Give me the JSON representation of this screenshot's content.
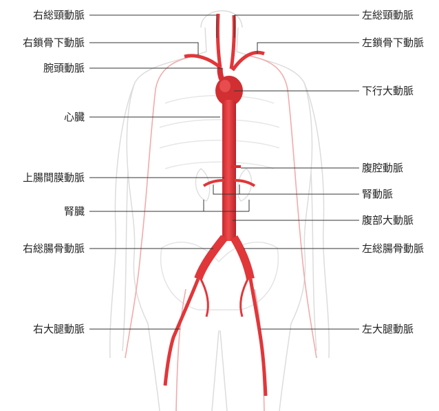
{
  "labels": {
    "right_common_carotid": "右総頸動脈",
    "left_common_carotid": "左総頸動脈",
    "right_subclavian": "右鎖骨下動脈",
    "left_subclavian": "左鎖骨下動脈",
    "brachiocephalic": "腕頭動脈",
    "descending_aorta": "下行大動脈",
    "heart": "心臓",
    "celiac": "腹腔動脈",
    "superior_mesenteric": "上腸間膜動脈",
    "renal_artery": "腎動脈",
    "kidney": "腎臓",
    "abdominal_aorta": "腹部大動脈",
    "right_common_iliac": "右総腸骨動脈",
    "left_common_iliac": "左総腸骨動脈",
    "right_femoral": "右大腿動脈",
    "left_femoral": "左大腿動脈"
  },
  "colors": {
    "artery": "#e0373a",
    "artery_dark": "#b8262a",
    "body_outline": "#d9d9d9",
    "leader_line": "#333333"
  }
}
